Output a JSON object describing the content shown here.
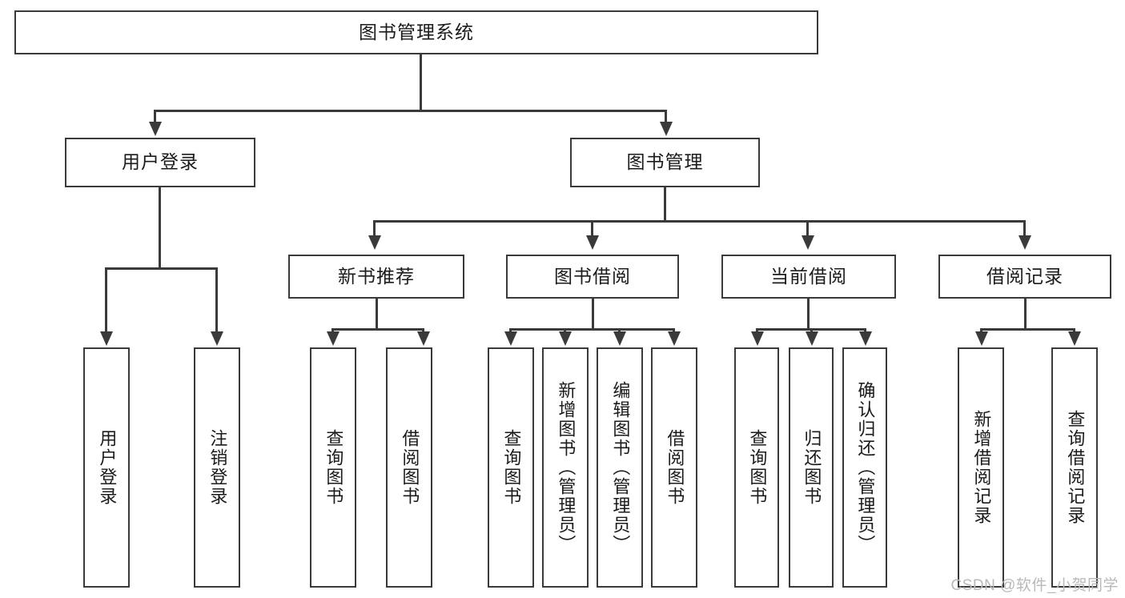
{
  "diagram": {
    "title": "图书管理系统",
    "type": "tree-hierarchy",
    "root": {
      "label": "图书管理系统"
    },
    "level2": [
      {
        "label": "用户登录"
      },
      {
        "label": "图书管理"
      }
    ],
    "level3": [
      {
        "label": "新书推荐"
      },
      {
        "label": "图书借阅"
      },
      {
        "label": "当前借阅"
      },
      {
        "label": "借阅记录"
      }
    ],
    "leaves": {
      "user_login": [
        {
          "label": "用户登录"
        },
        {
          "label": "注销登录"
        }
      ],
      "new_book_recommend": [
        {
          "label": "查询图书"
        },
        {
          "label": "借阅图书"
        }
      ],
      "book_borrow": [
        {
          "label": "查询图书"
        },
        {
          "label": "新增图书（管理员）"
        },
        {
          "label": "编辑图书（管理员）"
        },
        {
          "label": "借阅图书"
        }
      ],
      "current_borrow": [
        {
          "label": "查询图书"
        },
        {
          "label": "归还图书"
        },
        {
          "label": "确认归还（管理员）"
        }
      ],
      "borrow_record": [
        {
          "label": "新增借阅记录"
        },
        {
          "label": "查询借阅记录"
        }
      ]
    }
  },
  "watermark": {
    "text": "CSDN @软件_小贺同学"
  },
  "colors": {
    "stroke": "#3a3a3a",
    "text": "#1b1b1b",
    "background": "#ffffff",
    "watermark": "#b9b9b9"
  }
}
